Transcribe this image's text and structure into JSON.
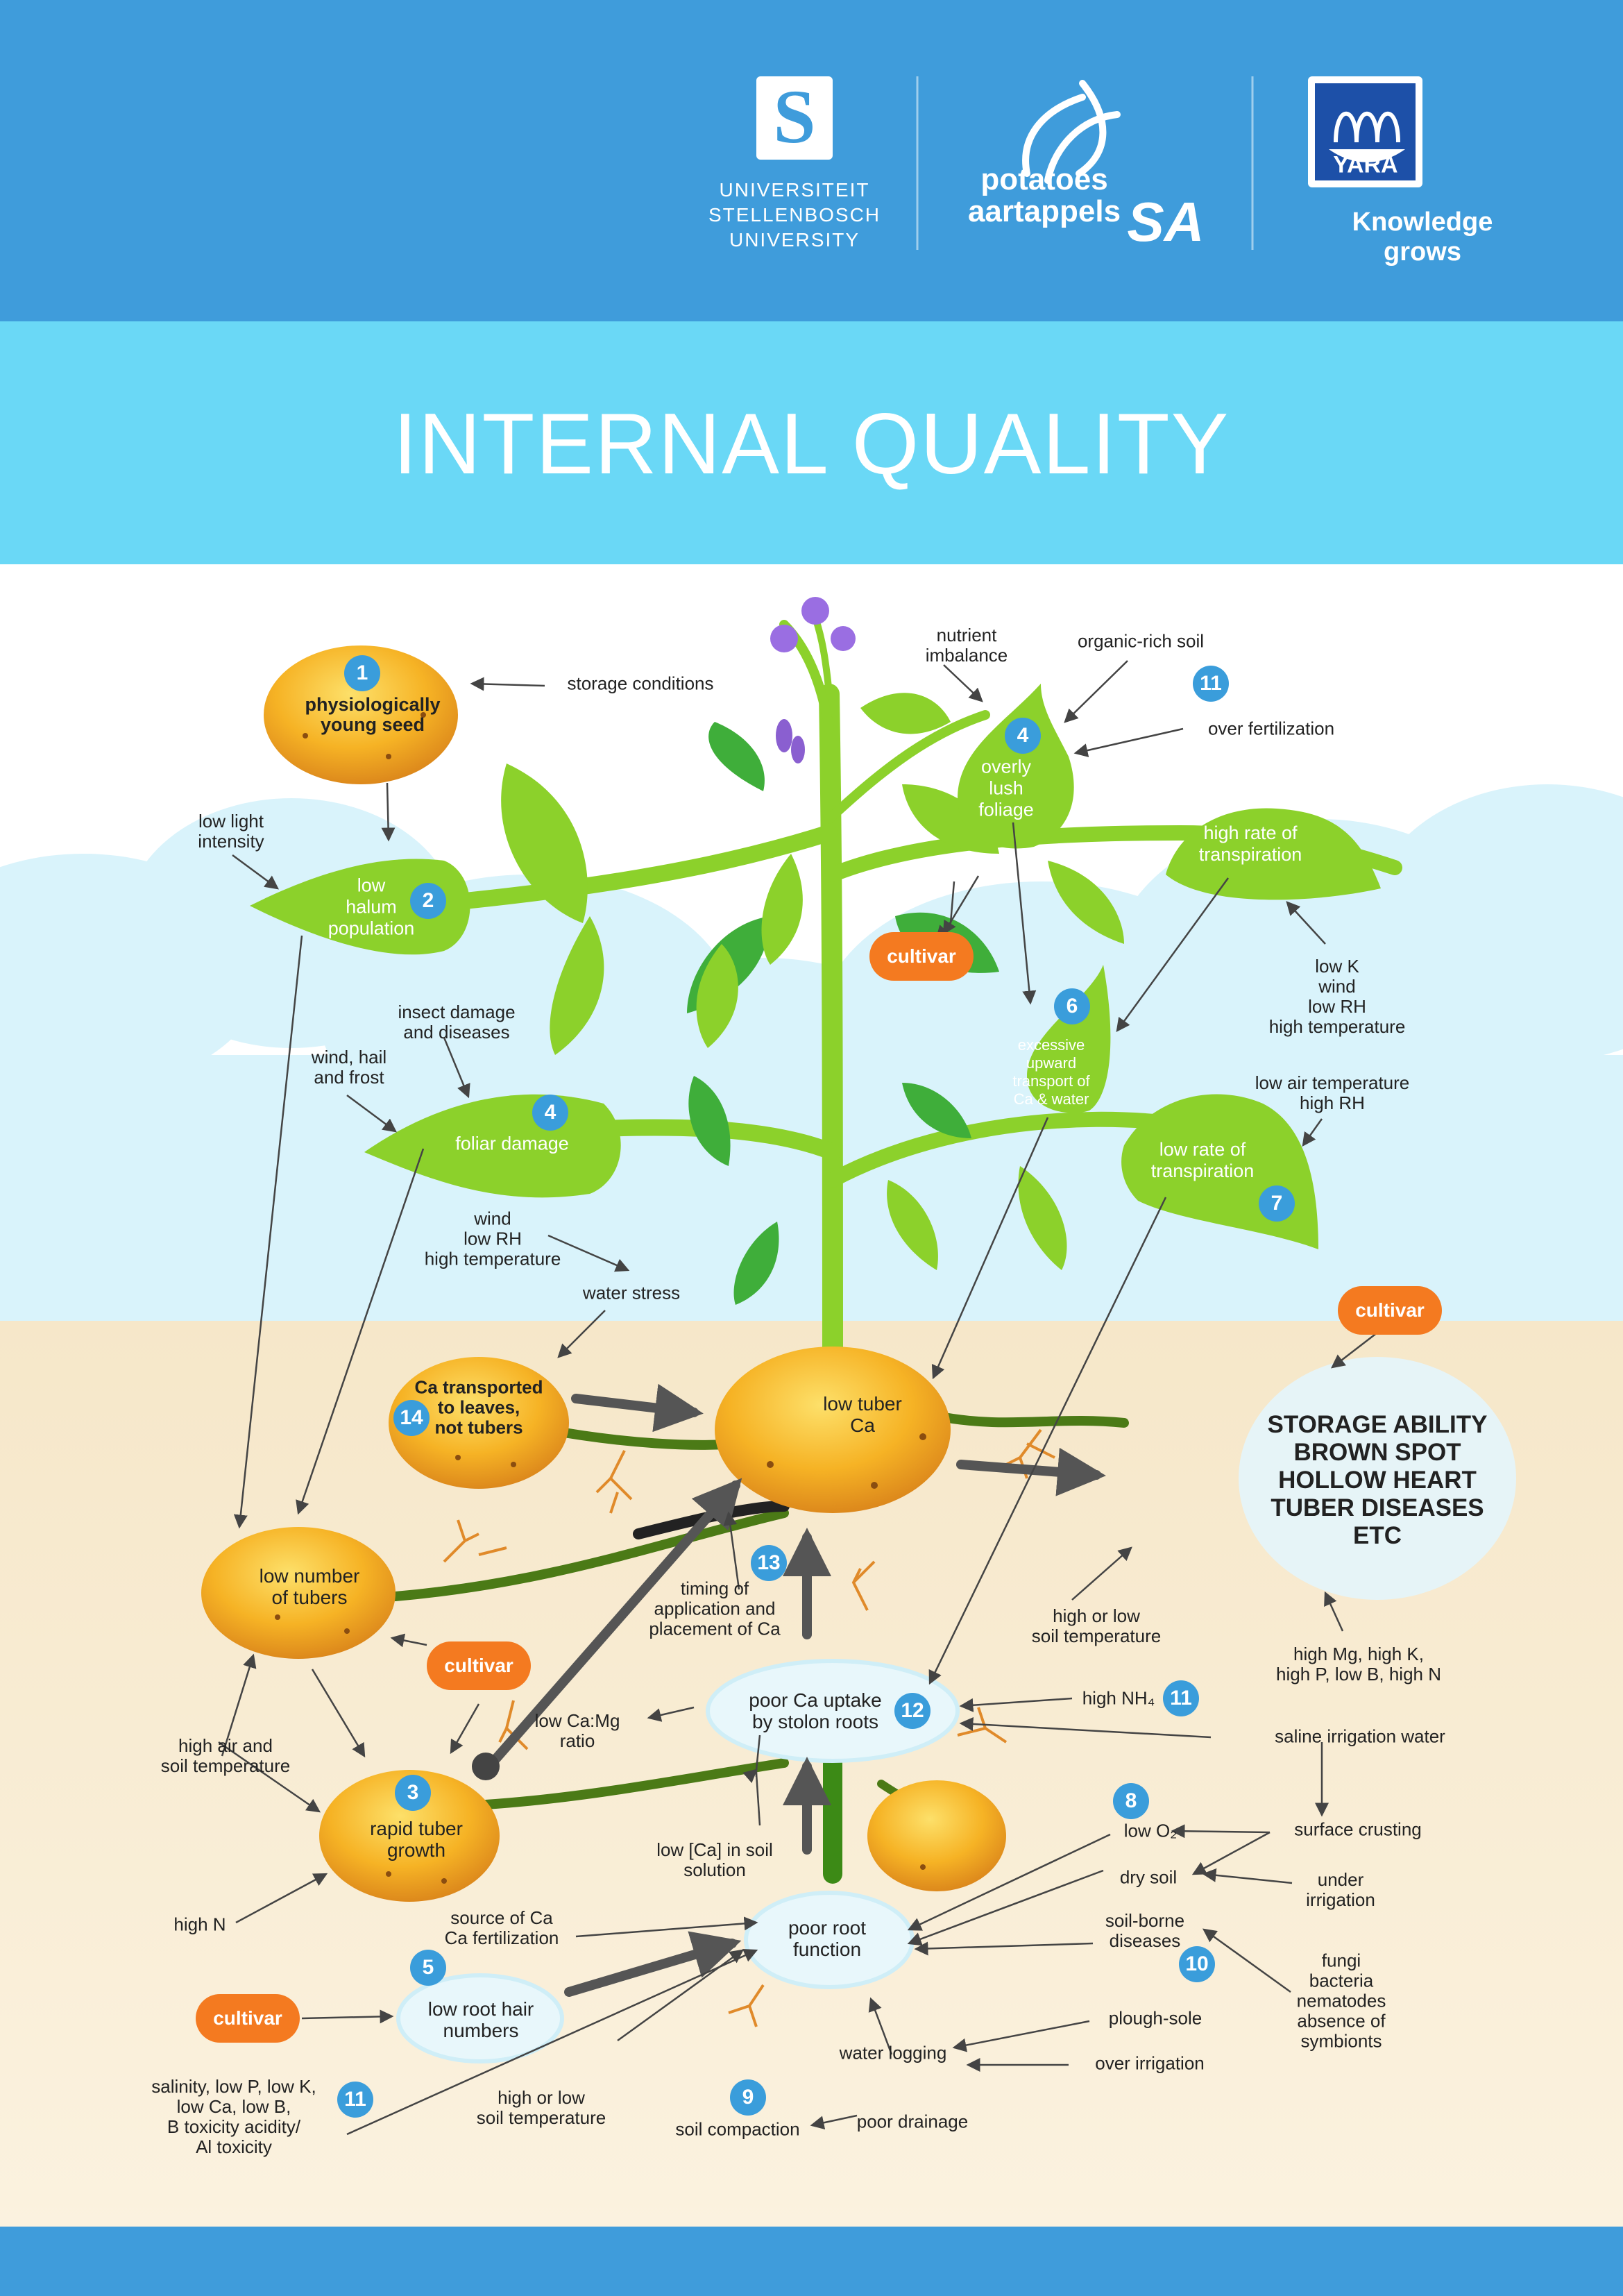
{
  "header": {
    "su_line1": "UNIVERSITEIT",
    "su_line2": "STELLENBOSCH",
    "su_line3": "UNIVERSITY",
    "psa_line1": "potatoes",
    "psa_line2": "aartappels",
    "psa_sa": "SA",
    "yara_name": "YARA",
    "yara_tagline": "Knowledge grows"
  },
  "title": "INTERNAL QUALITY",
  "colors": {
    "header_blue": "#3f9cdb",
    "band_cyan": "#6ad8f6",
    "leaf_green": "#8bd02a",
    "tuber_orange": "#f3a317",
    "badge_blue": "#3a9ddb",
    "cultivar_orange": "#f47a20"
  },
  "nodes": {
    "n1": {
      "num": "1",
      "text": "physiologically\nyoung seed"
    },
    "n2": {
      "num": "2",
      "text": "low\nhalum\npopulation"
    },
    "n3": {
      "num": "3",
      "text": "rapid tuber\ngrowth"
    },
    "n4a": {
      "num": "4",
      "text": "overly\nlush\nfoliage"
    },
    "n4b": {
      "num": "4",
      "text": "foliar damage"
    },
    "n5": {
      "num": "5",
      "text": "low root hair\nnumbers"
    },
    "n6": {
      "num": "6",
      "text": "excessive\nupward\ntransport of\nCa & water"
    },
    "n7": {
      "num": "7",
      "text": "low rate of\ntranspiration"
    },
    "n_high_transp": {
      "text": "high rate of\ntranspiration"
    },
    "n12": {
      "num": "12",
      "text": "poor Ca uptake\nby stolon roots"
    },
    "n14": {
      "num": "14",
      "text": "Ca transported\nto leaves,\nnot tubers"
    },
    "low_tuber_ca": {
      "text": "low tuber\nCa"
    },
    "low_tubers": {
      "text": "low number\nof tubers"
    },
    "poor_root": {
      "text": "poor root\nfunction"
    },
    "storage": {
      "text": "STORAGE ABILITY\nBROWN SPOT\nHOLLOW HEART\nTUBER DISEASES\nETC"
    }
  },
  "badges": {
    "b8": "8",
    "b9": "9",
    "b10": "10",
    "b11_top": "11",
    "b11_nh4": "11",
    "b11_bottom": "11",
    "b13": "13"
  },
  "cultivar_label": "cultivar",
  "labels": {
    "storage_conditions": "storage conditions",
    "low_light": "low light\nintensity",
    "nutrient_imbalance": "nutrient\nimbalance",
    "organic_soil": "organic-rich soil",
    "over_fertilization": "over fertilization",
    "lowk_group": "low K\nwind\nlow RH\nhigh temperature",
    "insect_damage": "insect damage\nand diseases",
    "wind_hail": "wind, hail\nand frost",
    "low_air_temp": "low air temperature\nhigh RH",
    "wind_lowrh": "wind\nlow RH\nhigh temperature",
    "water_stress": "water stress",
    "timing": "timing of\napplication and\nplacement of Ca",
    "high_low_soil_temp_right": "high or low\nsoil temperature",
    "high_mg": "high Mg, high K,\nhigh P, low B, high N",
    "low_camg": "low Ca:Mg\nratio",
    "high_nh4": "high NH₄",
    "saline": "saline irrigation water",
    "high_air_soil": "high air and\nsoil temperature",
    "low_o2": "low O₂",
    "surface_crusting": "surface crusting",
    "low_ca_soil": "low [Ca] in soil\nsolution",
    "dry_soil": "dry soil",
    "under_irrigation": "under\nirrigation",
    "high_n": "high N",
    "source_ca": "source of Ca\nCa fertilization",
    "soil_borne": "soil-borne\ndiseases",
    "fungi": "fungi\nbacteria\nnematodes\nabsence of\nsymbionts",
    "plough_sole": "plough-sole",
    "water_logging": "water logging",
    "over_irrigation": "over irrigation",
    "salinity": "salinity, low P, low K,\nlow Ca, low B,\nB toxicity acidity/\nAl toxicity",
    "high_low_soil_temp_left": "high or low\nsoil temperature",
    "soil_compaction": "soil compaction",
    "poor_drainage": "poor drainage"
  }
}
